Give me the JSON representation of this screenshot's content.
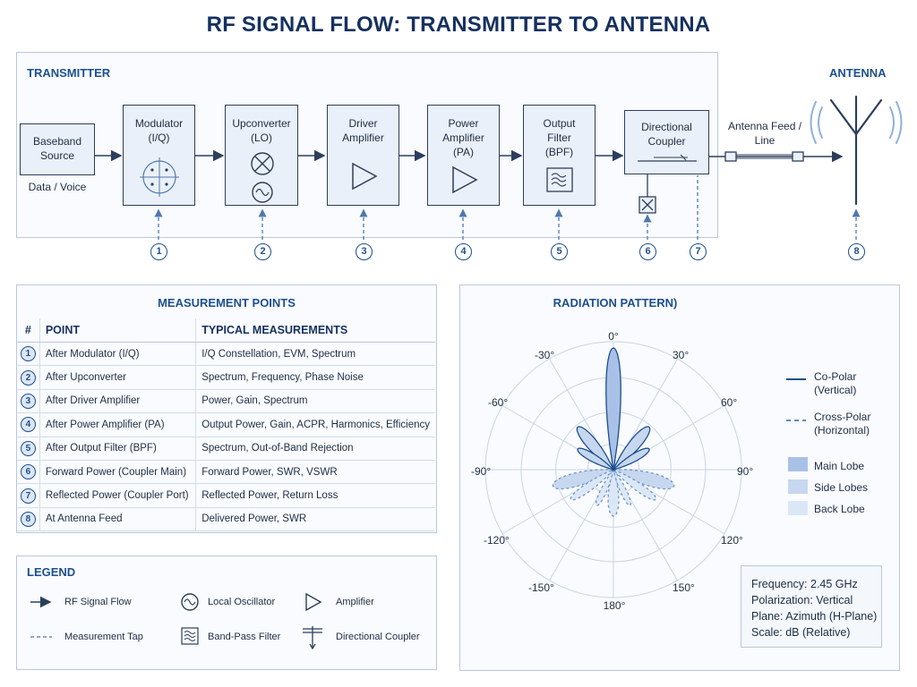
{
  "title": "RF SIGNAL FLOW: TRANSMITTER TO ANTENNA",
  "transmitter": {
    "label": "TRANSMITTER",
    "blocks": {
      "baseband": "Baseband Source",
      "baseband_note": "Data / Voice",
      "modulator": "Modulator (I/Q)",
      "upconverter": "Upconverter (LO)",
      "driver": "Driver Amplifier",
      "pa": "Power Amplifier (PA)",
      "filter": "Output Filter (BPF)",
      "coupler": "Directional Coupler"
    },
    "feed_label": "Antenna Feed / Line"
  },
  "antenna": {
    "label": "ANTENNA"
  },
  "measurement_points": [
    "1",
    "2",
    "3",
    "4",
    "5",
    "6",
    "7",
    "8"
  ],
  "measurement_table": {
    "title": "MEASUREMENT POINTS",
    "headers": [
      "#",
      "POINT",
      "TYPICAL MEASUREMENTS"
    ],
    "rows": [
      {
        "n": "1",
        "point": "After Modulator (I/Q)",
        "meas": "I/Q Constellation, EVM, Spectrum"
      },
      {
        "n": "2",
        "point": "After Upconverter",
        "meas": "Spectrum, Frequency, Phase Noise"
      },
      {
        "n": "3",
        "point": "After Driver Amplifier",
        "meas": "Power, Gain, Spectrum"
      },
      {
        "n": "4",
        "point": "After Power Amplifier (PA)",
        "meas": "Output Power, Gain, ACPR, Harmonics, Efficiency"
      },
      {
        "n": "5",
        "point": "After Output Filter (BPF)",
        "meas": "Spectrum, Out-of-Band Rejection"
      },
      {
        "n": "6",
        "point": "Forward Power (Coupler Main)",
        "meas": "Forward Power, SWR, VSWR"
      },
      {
        "n": "7",
        "point": "Reflected Power (Coupler Port)",
        "meas": "Reflected Power, Return Loss"
      },
      {
        "n": "8",
        "point": "At Antenna Feed",
        "meas": "Delivered Power, SWR"
      }
    ]
  },
  "legend": {
    "title": "LEGEND",
    "items": {
      "rf_flow": "RF Signal Flow",
      "lo": "Local Oscillator",
      "amp": "Amplifier",
      "tap": "Measurement Tap",
      "bpf": "Band-Pass Filter",
      "coupler": "Directional Coupler"
    }
  },
  "radiation": {
    "title": "RADIATION PATTERN)",
    "angles": [
      "0°",
      "30°",
      "60°",
      "90°",
      "120°",
      "150°",
      "180°",
      "-150°",
      "-120°",
      "-90°",
      "-60°",
      "-30°"
    ],
    "legend": {
      "co": "Co-Polar (Vertical)",
      "cross": "Cross-Polar (Horizontal)",
      "main": "Main Lobe",
      "side": "Side Lobes",
      "back": "Back Lobe"
    },
    "info": {
      "freq": "Frequency: 2.45 GHz",
      "pol": "Polarization: Vertical",
      "plane": "Plane: Azimuth (H-Plane)",
      "scale": "Scale: dB (Relative)"
    }
  },
  "colors": {
    "accent": "#1d4f8e",
    "title": "#15305f",
    "block_fill": "#eaf0f9",
    "lobe": "#a9c1e6"
  }
}
